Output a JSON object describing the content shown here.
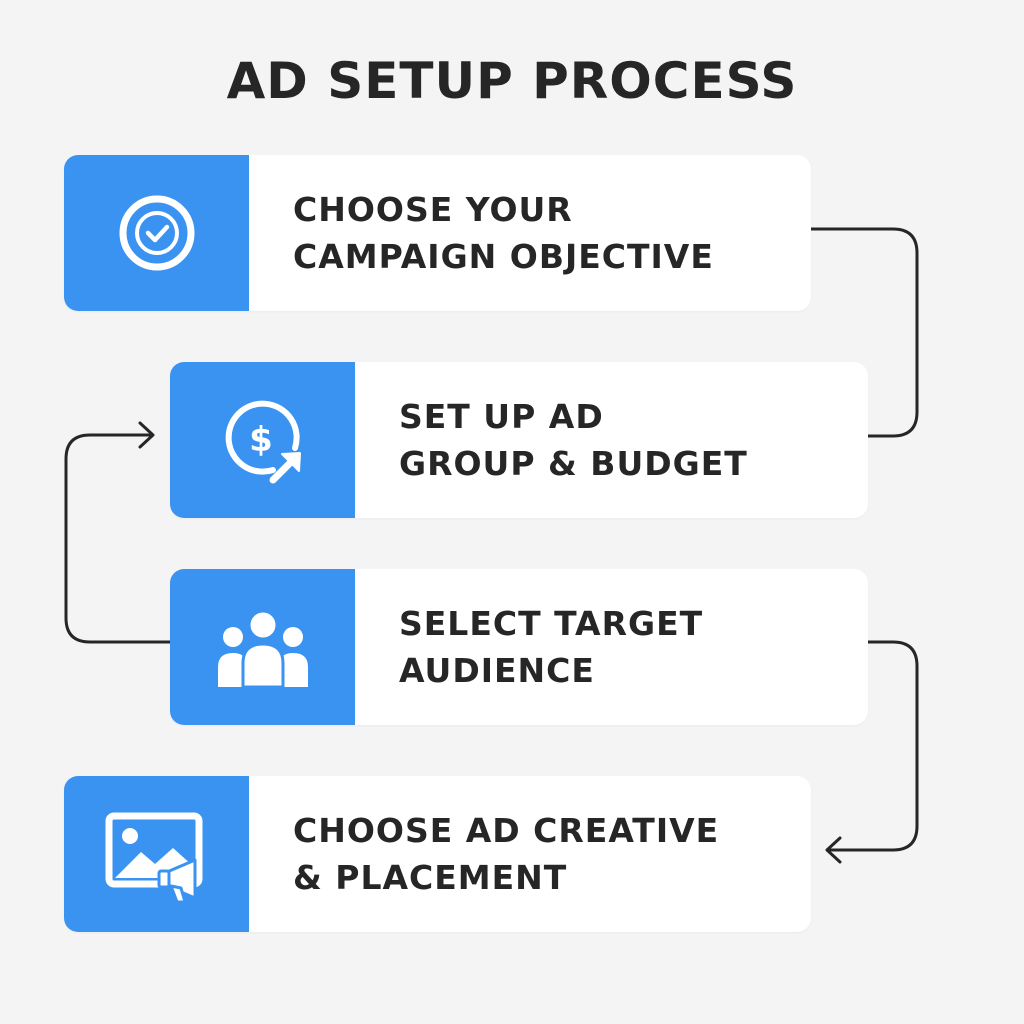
{
  "title": "AD SETUP PROCESS",
  "steps": [
    {
      "line1": "CHOOSE YOUR",
      "line2": "CAMPAIGN OBJECTIVE",
      "icon": "check-circle-icon"
    },
    {
      "line1": "SET UP AD",
      "line2": "GROUP & BUDGET",
      "icon": "dollar-growth-icon"
    },
    {
      "line1": "SELECT TARGET",
      "line2": "AUDIENCE",
      "icon": "audience-icon"
    },
    {
      "line1": "CHOOSE AD CREATIVE",
      "line2": "& PLACEMENT",
      "icon": "image-megaphone-icon"
    }
  ],
  "colors": {
    "accent": "#3a93f0",
    "background": "#f4f4f4",
    "card": "#ffffff",
    "text": "#262626"
  }
}
